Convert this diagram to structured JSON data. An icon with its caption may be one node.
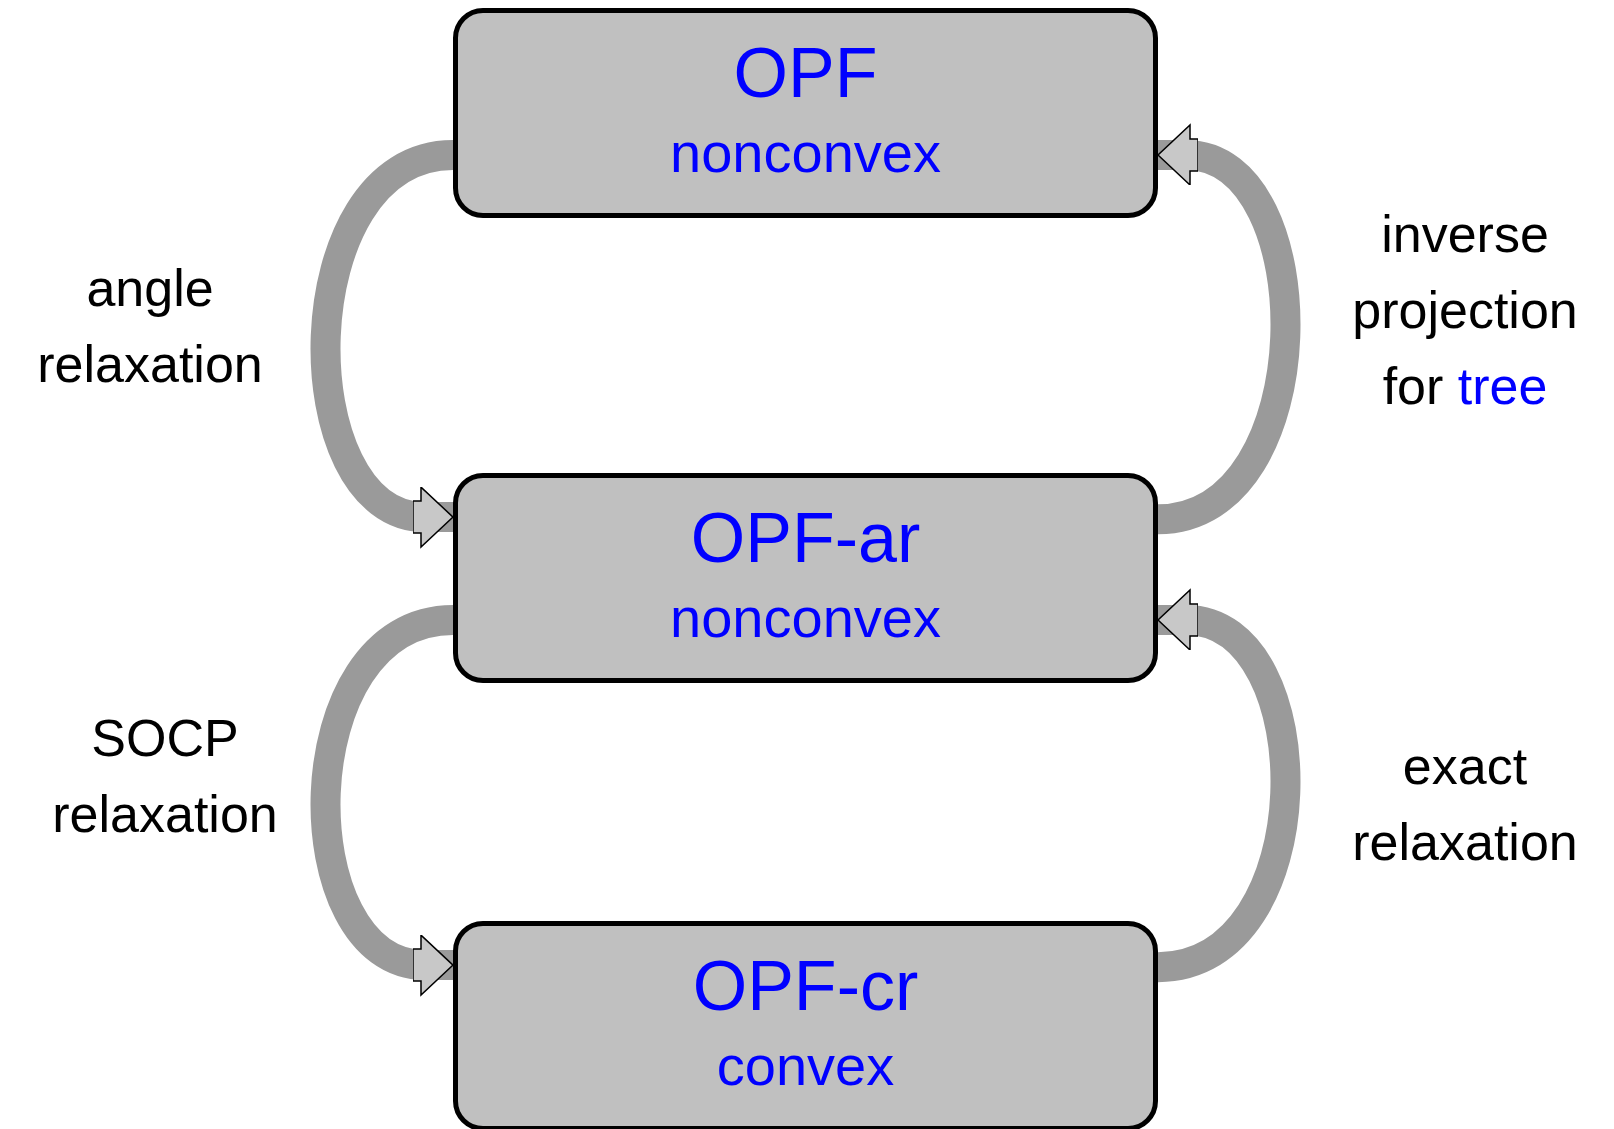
{
  "diagram": {
    "nodes": [
      {
        "text": [
          "OPF",
          "nonconvex"
        ]
      },
      {
        "text": [
          "OPF-ar",
          "nonconvex"
        ]
      },
      {
        "text": [
          "OPF-cr",
          "convex"
        ]
      }
    ],
    "edges": [
      {
        "from": 0,
        "to": 1,
        "arrow": "to",
        "label": "angle relaxation"
      },
      {
        "from": 1,
        "to": 0,
        "arrow": "to",
        "label": "inverse projection for *tree*"
      },
      {
        "from": 1,
        "to": 2,
        "arrow": "to",
        "label": "SOCP relaxation"
      },
      {
        "from": 2,
        "to": 1,
        "arrow": "to",
        "label": "exact relaxation"
      }
    ]
  }
}
